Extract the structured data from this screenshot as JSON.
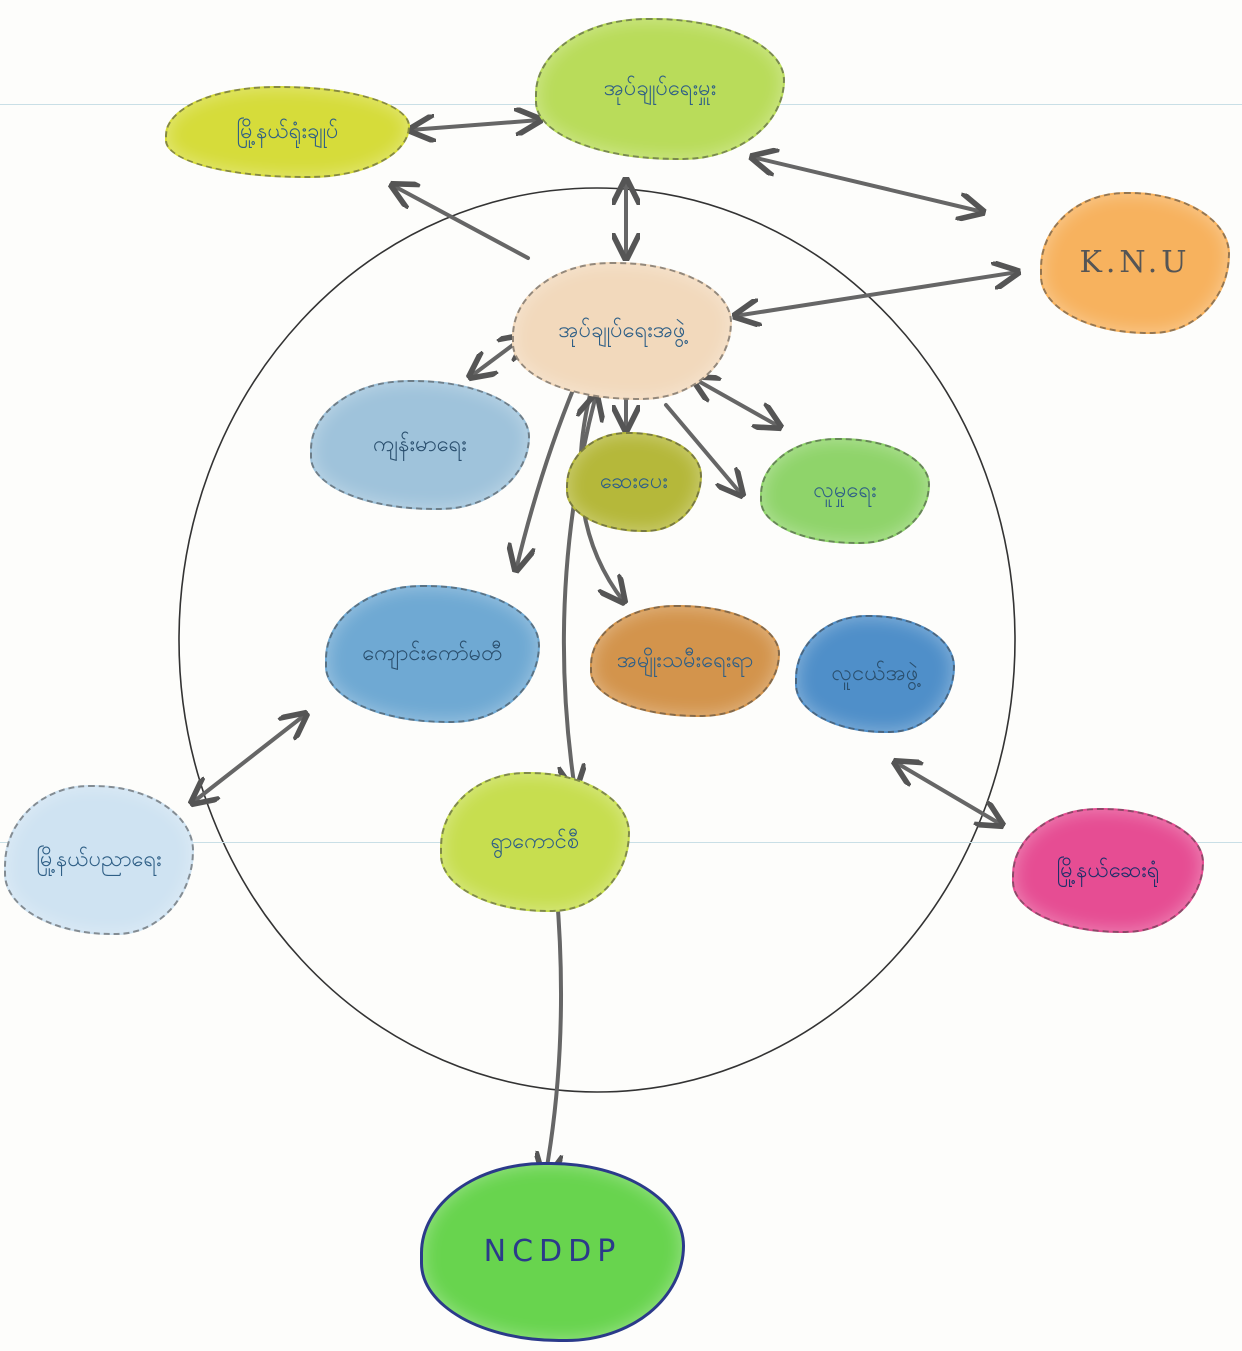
{
  "diagram": {
    "nodes": {
      "village_tract": {
        "label": "မြို့နယ်ရုံးချုပ်",
        "color": "#d6dc3a"
      },
      "admin_dept": {
        "label": "အုပ်ချုပ်ရေးမှူး",
        "color": "#b9dc5a"
      },
      "knu": {
        "label": "K.N.U",
        "color": "#f7b25e"
      },
      "admin_committee": {
        "label": "အုပ်ချုပ်ရေးအဖွဲ့",
        "color": "#f2d9bc"
      },
      "health": {
        "label": "ကျန်းမာရေး",
        "color": "#9fc3db"
      },
      "agriculture": {
        "label": "ဆေးပေး",
        "color": "#b5b83a"
      },
      "people": {
        "label": "လူမှုရေး",
        "color": "#8fd46a"
      },
      "school": {
        "label": "ကျောင်းကော်မတီ",
        "color": "#6fa9d3"
      },
      "women": {
        "label": "အမျိုးသမီးရေးရာ",
        "color": "#d3944c"
      },
      "youth": {
        "label": "လူငယ်အဖွဲ့",
        "color": "#4f8fc9"
      },
      "village_dev": {
        "label": "ရွာကောင်စီ",
        "color": "#c7de4f"
      },
      "township_teachers": {
        "label": "မြို့နယ်ပညာရေး",
        "color": "#cfe3f2"
      },
      "township_police": {
        "label": "မြို့နယ်ဆေးရုံ",
        "color": "#e64d93"
      },
      "ncddp": {
        "label": "NCDDP",
        "color": "#68d44e"
      }
    }
  }
}
